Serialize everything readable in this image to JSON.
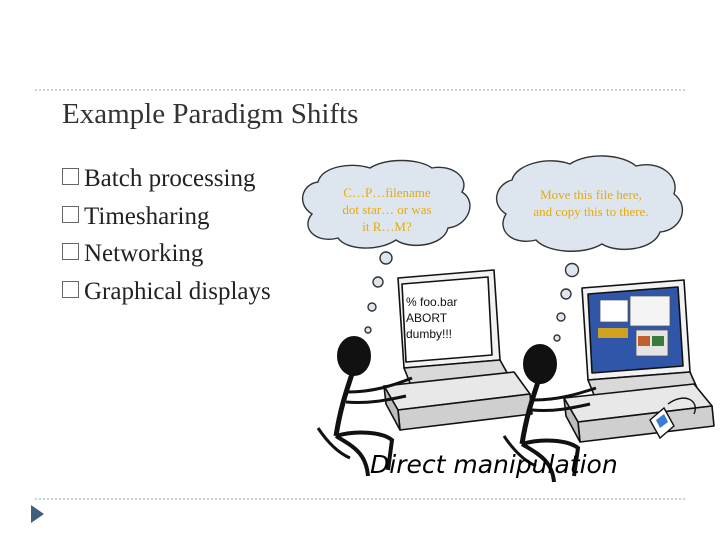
{
  "slide": {
    "title": "Example Paradigm Shifts",
    "bullets": [
      "Batch processing",
      "Timesharing",
      "Networking",
      "Graphical displays"
    ]
  },
  "illustration": {
    "left_thought": [
      "C…P…filename",
      "dot star… or was",
      "it R…M?"
    ],
    "right_thought": [
      "Move this file here,",
      "and copy this to there."
    ],
    "terminal_lines": [
      "% foo.bar",
      "ABORT",
      "dumby!!!"
    ],
    "caption": "Direct manipulation"
  },
  "colors": {
    "thought_text": "#e8a90a",
    "cloud_fill": "#dde6ee",
    "title_text": "#333333",
    "nav_arrow": "#3f5f7a"
  },
  "icons": {
    "bullet": "square-bullet-icon",
    "navigation": "next-slide-arrow-icon"
  }
}
